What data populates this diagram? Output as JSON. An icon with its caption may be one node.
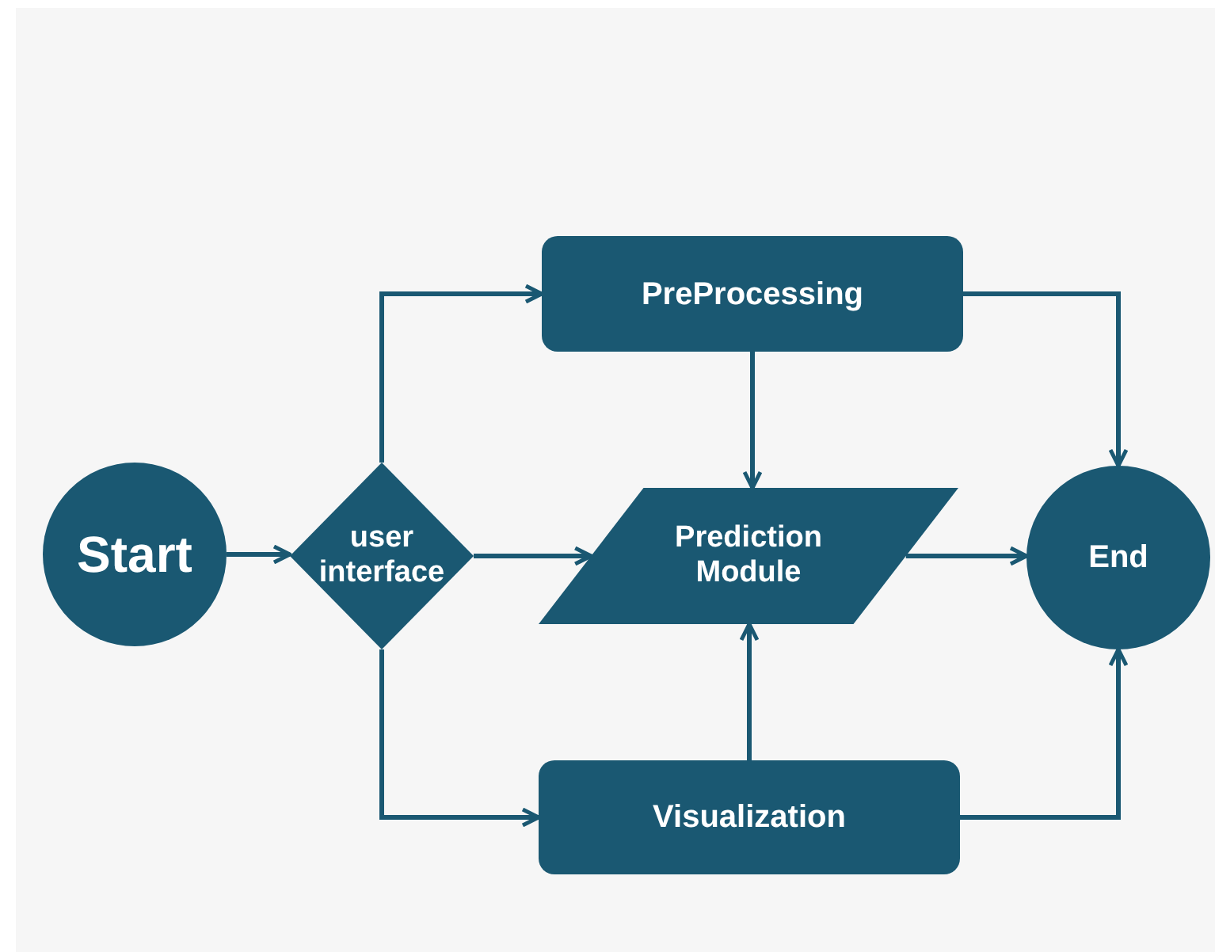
{
  "diagram": {
    "nodes": [
      {
        "text": [
          "Start"
        ]
      },
      {
        "text": [
          "user interface"
        ]
      },
      {
        "text": [
          "PreProcessing"
        ]
      },
      {
        "text": [
          "Prediction Module"
        ]
      },
      {
        "text": [
          "Visualization"
        ]
      },
      {
        "text": [
          "End"
        ]
      }
    ],
    "edges": [
      {
        "from": 0,
        "to": 1,
        "arrow": "to"
      },
      {
        "from": 1,
        "to": 2,
        "arrow": "to"
      },
      {
        "from": 1,
        "to": 3,
        "arrow": "to"
      },
      {
        "from": 1,
        "to": 4,
        "arrow": "to"
      },
      {
        "from": 2,
        "to": 3,
        "arrow": "to"
      },
      {
        "from": 4,
        "to": 3,
        "arrow": "to"
      },
      {
        "from": 2,
        "to": 5,
        "arrow": "to"
      },
      {
        "from": 3,
        "to": 5,
        "arrow": "to"
      },
      {
        "from": 4,
        "to": 5,
        "arrow": "to"
      }
    ]
  }
}
